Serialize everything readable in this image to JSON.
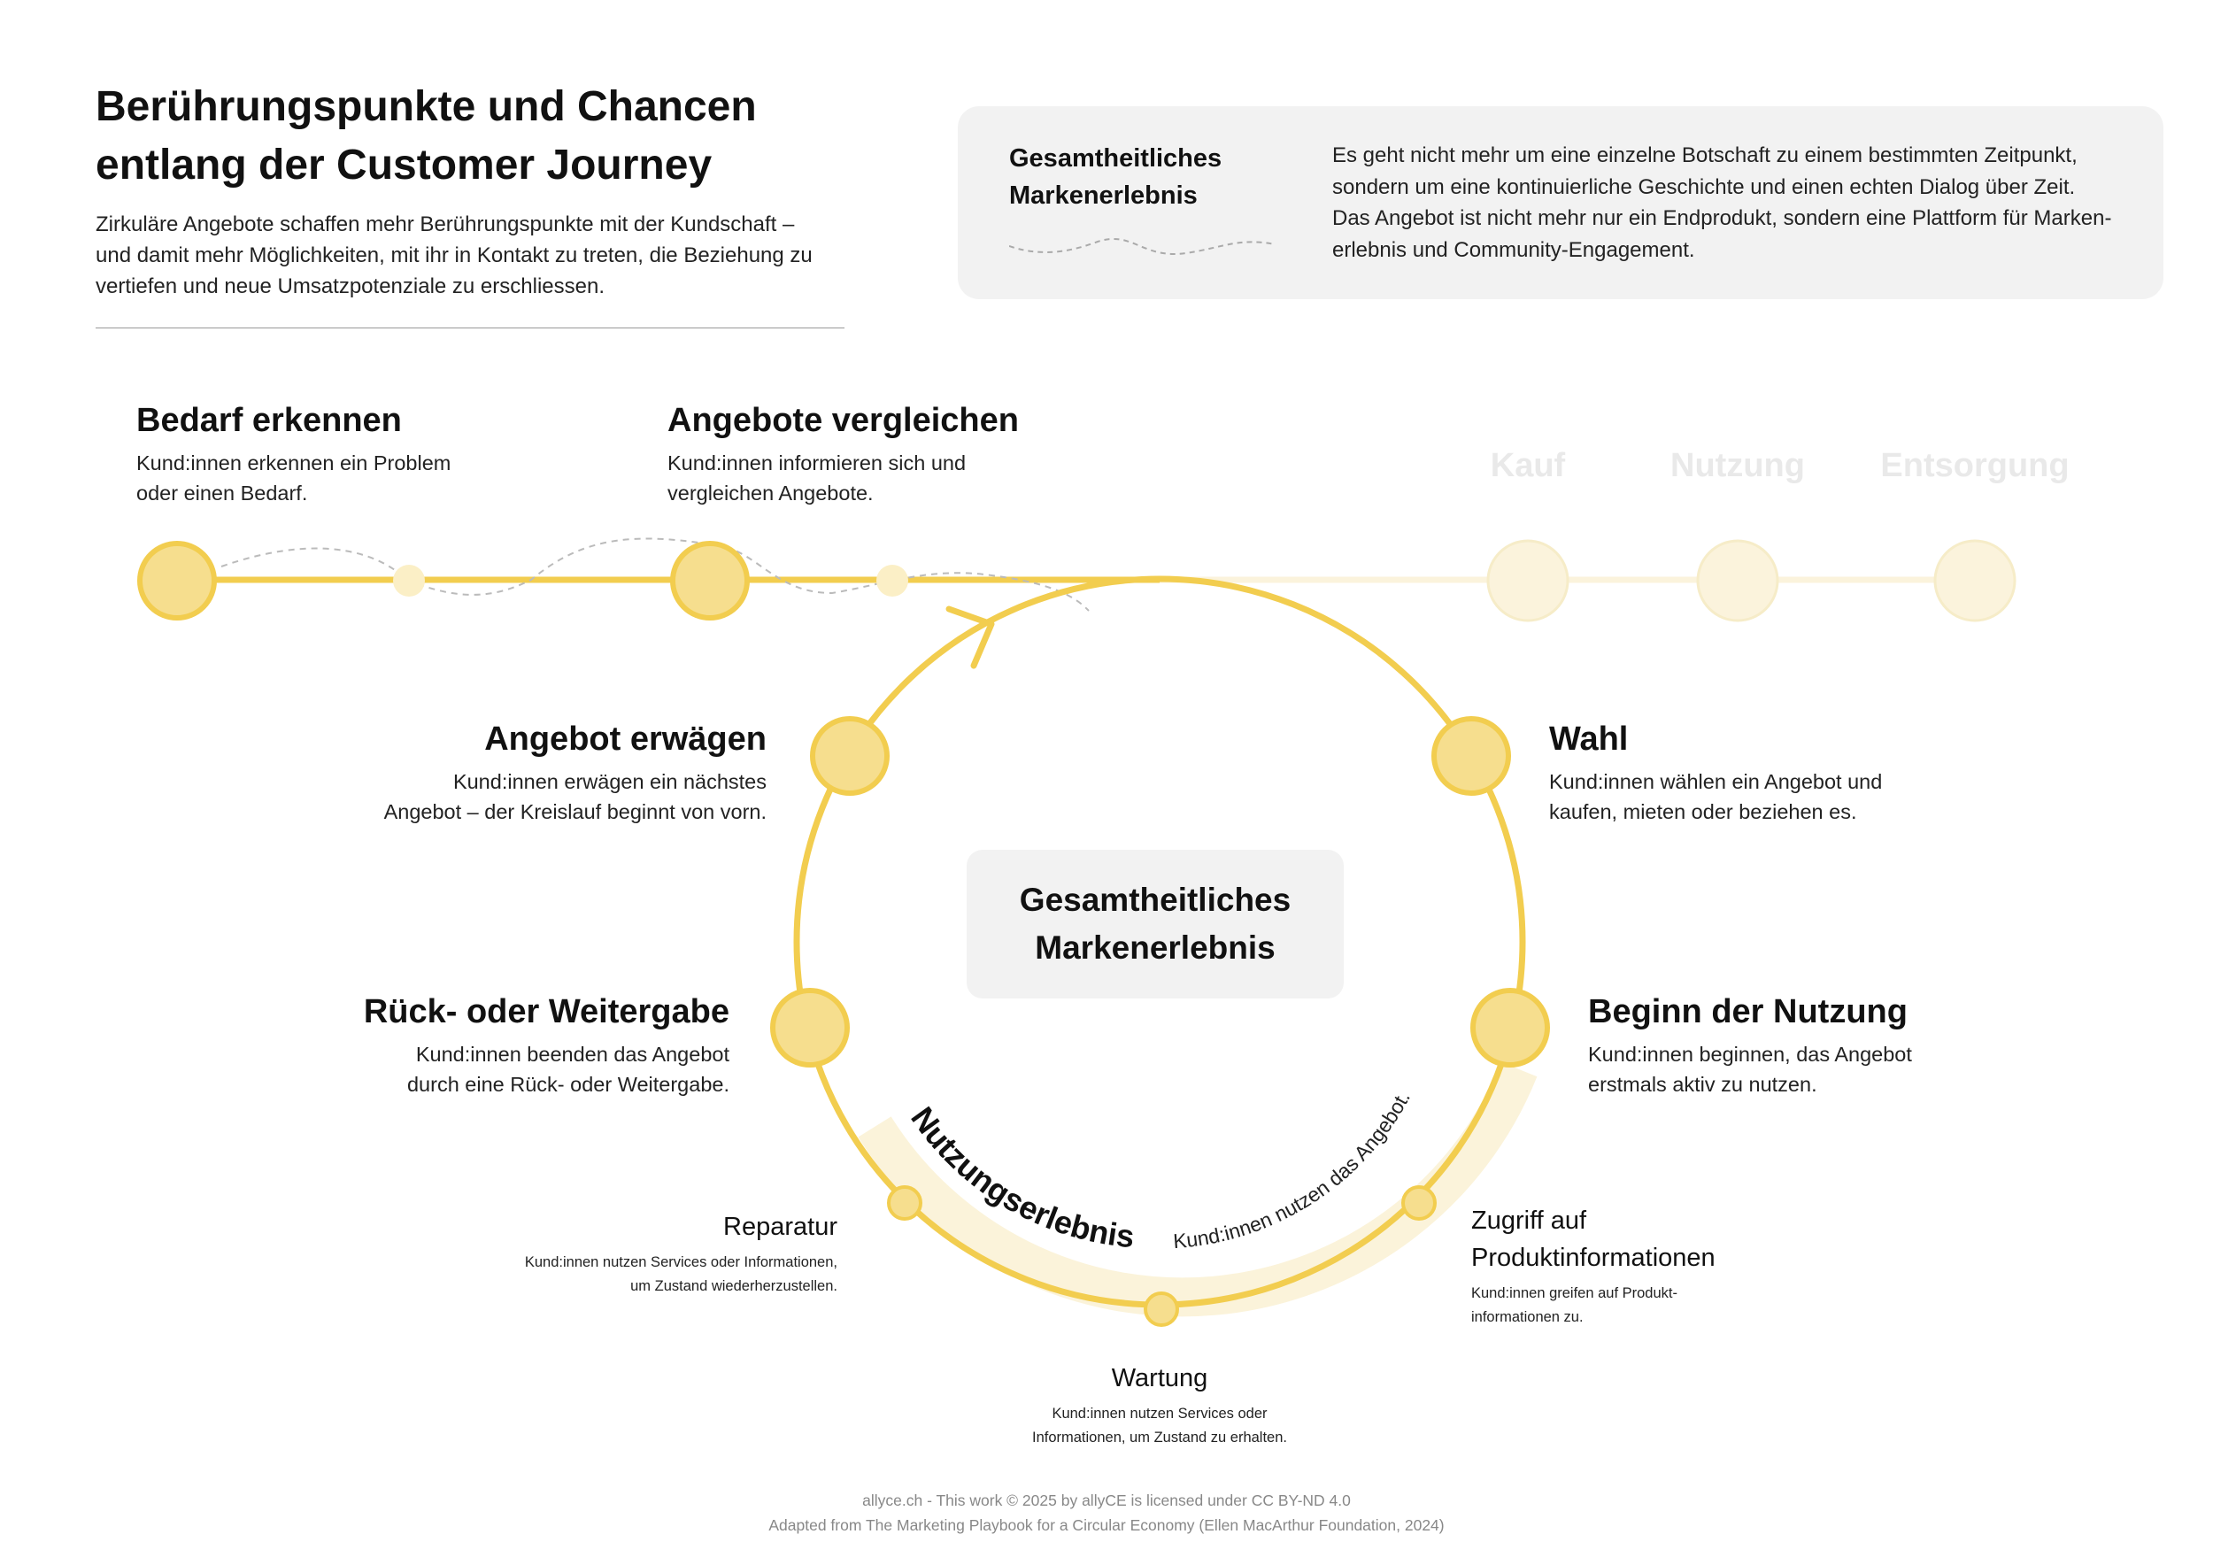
{
  "header": {
    "title_line1": "Berührungspunkte und Chancen",
    "title_line2": "entlang der Customer Journey",
    "intro_line1": "Zirkuläre Angebote schaffen mehr Berührungspunkte mit der Kundschaft –",
    "intro_line2": "und damit mehr Möglichkeiten, mit ihr in Kontakt zu treten, die Beziehung zu",
    "intro_line3": "vertiefen und neue Umsatzpotenziale zu erschliessen."
  },
  "callout": {
    "title_line1": "Gesamtheitliches",
    "title_line2": "Markenerlebnis",
    "text_line1": "Es geht nicht mehr um eine einzelne Botschaft zu einem bestimmten Zeitpunkt,",
    "text_line2": "sondern um eine kontinuierliche Geschichte und einen echten Dialog über Zeit.",
    "text_line3": "Das Angebot ist nicht mehr nur ein Endprodukt, sondern eine Plattform für Marken-",
    "text_line4": "erlebnis und Community-Engagement."
  },
  "linear_stages": [
    {
      "title": "Bedarf erkennen",
      "desc_line1": "Kund:innen erkennen ein Problem",
      "desc_line2": "oder einen Bedarf."
    },
    {
      "title": "Angebote vergleichen",
      "desc_line1": "Kund:innen informieren sich und",
      "desc_line2": "vergleichen Angebote."
    }
  ],
  "faded_stages": [
    "Kauf",
    "Nutzung",
    "Entsorgung"
  ],
  "cycle_stages": {
    "erwaegen": {
      "title": "Angebot erwägen",
      "desc_line1": "Kund:innen erwägen ein nächstes",
      "desc_line2": "Angebot – der Kreislauf beginnt von vorn."
    },
    "wahl": {
      "title": "Wahl",
      "desc_line1": "Kund:innen wählen ein Angebot und",
      "desc_line2": "kaufen, mieten oder beziehen es."
    },
    "rueckgabe": {
      "title": "Rück- oder Weitergabe",
      "desc_line1": "Kund:innen beenden das Angebot",
      "desc_line2": "durch eine Rück- oder Weitergabe."
    },
    "beginn": {
      "title": "Beginn der Nutzung",
      "desc_line1": "Kund:innen beginnen, das Angebot",
      "desc_line2": "erstmals aktiv zu nutzen."
    }
  },
  "center": {
    "line1": "Gesamtheitliches",
    "line2": "Markenerlebnis"
  },
  "usage": {
    "arc_title": "Nutzungserlebnis",
    "arc_subtitle": "Kund:innen nutzen das Angebot."
  },
  "sub_points": {
    "reparatur": {
      "title": "Reparatur",
      "desc_line1": "Kund:innen nutzen Services oder Informationen,",
      "desc_line2": "um Zustand wiederherzustellen."
    },
    "wartung": {
      "title": "Wartung",
      "desc_line1": "Kund:innen nutzen Services oder",
      "desc_line2": "Informationen, um Zustand zu erhalten."
    },
    "zugriff": {
      "title_line1": "Zugriff auf",
      "title_line2": "Produktinformationen",
      "desc_line1": "Kund:innen greifen auf Produkt-",
      "desc_line2": "informationen zu."
    }
  },
  "footer": {
    "line1": "allyce.ch - This work © 2025 by allyCE is licensed under CC BY-ND 4.0",
    "line2": "Adapted from The Marketing Playbook for a Circular Economy (Ellen MacArthur Foundation, 2024)"
  },
  "colors": {
    "accent": "#f2cd4f",
    "node_fill": "#f6de8e",
    "faded": "#fbf3dc",
    "usage_band": "#fbf3da",
    "panel": "#f2f2f2"
  }
}
